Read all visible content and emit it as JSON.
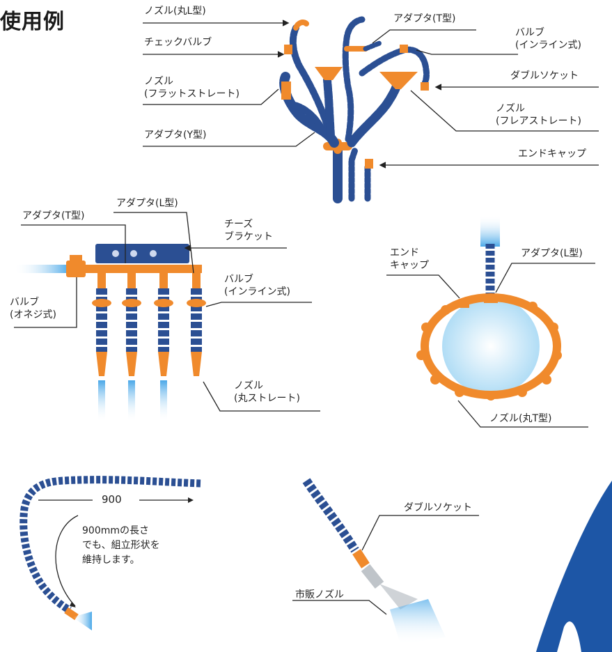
{
  "page": {
    "title": "使用例"
  },
  "panel1": {
    "labels": {
      "nozzle_round_l": "ノズル(丸L型)",
      "adapter_t": "アダプタ(T型)",
      "check_valve": "チェックバルブ",
      "valve_inline_1": "バルブ",
      "valve_inline_2": "(インライン式)",
      "double_socket": "ダブルソケット",
      "nozzle_flat_1": "ノズル",
      "nozzle_flat_2": "(フラットストレート)",
      "nozzle_flare_1": "ノズル",
      "nozzle_flare_2": "(フレアストレート)",
      "adapter_y": "アダプタ(Y型)",
      "end_cap": "エンドキャップ"
    }
  },
  "panel2": {
    "labels": {
      "adapter_l": "アダプタ(L型)",
      "adapter_t": "アダプタ(T型)",
      "cheese_bracket_1": "チーズ",
      "cheese_bracket_2": "ブラケット",
      "valve_inline_1": "バルブ",
      "valve_inline_2": "(インライン式)",
      "valve_screw_1": "バルブ",
      "valve_screw_2": "(オネジ式)",
      "nozzle_round_straight_1": "ノズル",
      "nozzle_round_straight_2": "(丸ストレート)"
    }
  },
  "panel3": {
    "labels": {
      "end_cap_1": "エンド",
      "end_cap_2": "キャップ",
      "adapter_l": "アダプタ(L型)",
      "nozzle_round_t": "ノズル(丸T型)"
    }
  },
  "panel4": {
    "length_label": "900",
    "note_1": "900mmの長さ",
    "note_2": "でも、組立形状を",
    "note_3": "維持します。"
  },
  "panel5": {
    "labels": {
      "double_socket": "ダブルソケット",
      "commercial_nozzle": "市販ノズル"
    }
  },
  "colors": {
    "blue": "#2b4f93",
    "orange": "#f08a2c",
    "line": "#222222",
    "spray": "#8fd0f2"
  }
}
